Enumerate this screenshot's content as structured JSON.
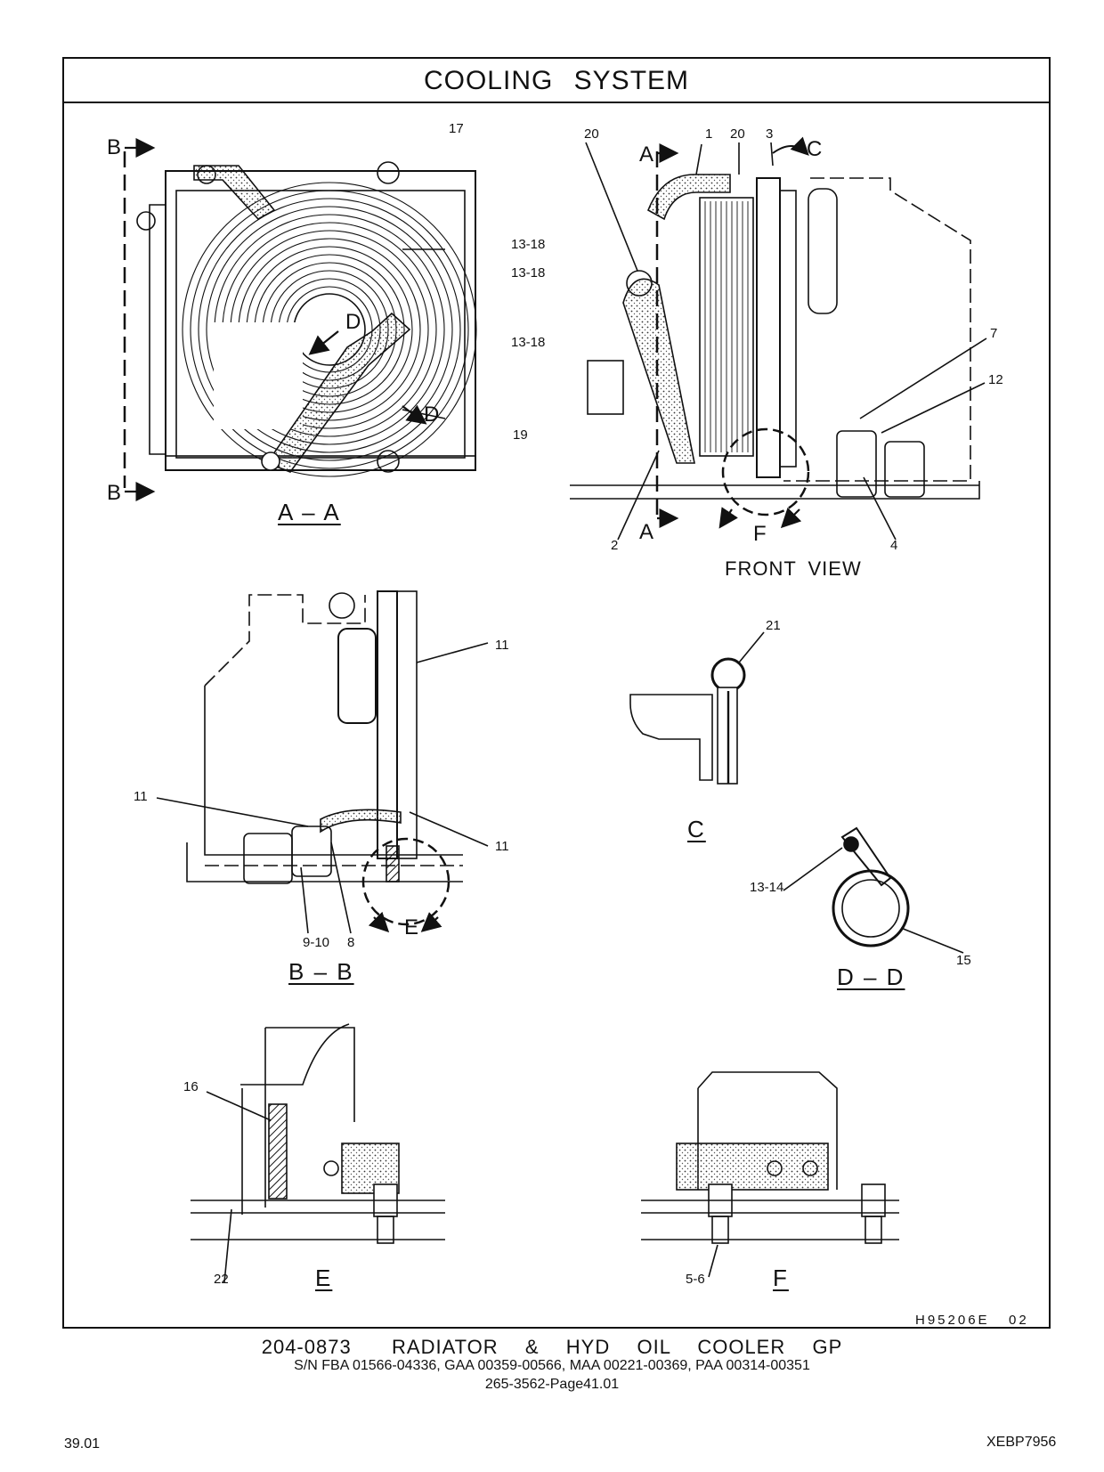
{
  "title": "COOLING SYSTEM",
  "views": {
    "aa": "A – A",
    "front": "FRONT VIEW",
    "bb": "B – B",
    "c": "C",
    "dd": "D – D",
    "e": "E",
    "f": "F"
  },
  "section_marks": {
    "b_top": "B",
    "b_bottom": "B",
    "d_top": "D",
    "d_bottom": "D",
    "a_top": "A",
    "a_bottom": "A",
    "c": "C",
    "f": "F",
    "e": "E"
  },
  "callouts": {
    "n17": "17",
    "n13_18_a": "13-18",
    "n13_18_b": "13-18",
    "n13_18_c": "13-18",
    "n19": "19",
    "n20_a": "20",
    "n1": "1",
    "n20_b": "20",
    "n3": "3",
    "n7": "7",
    "n12": "12",
    "n2": "2",
    "n4": "4",
    "n11_a": "11",
    "n11_b": "11",
    "n11_c": "11",
    "n9_10": "9-10",
    "n8": "8",
    "n21": "21",
    "n13_14": "13-14",
    "n15": "15",
    "n16": "16",
    "n22": "22",
    "n5_6": "5-6"
  },
  "drawing_code": "H95206E   02",
  "footer": {
    "line1": "204-0873   RADIATOR  &  HYD  OIL  COOLER  GP",
    "line2": "S/N FBA 01566-04336, GAA 00359-00566, MAA 00221-00369, PAA 00314-00351",
    "line3": "265-3562-Page41.01"
  },
  "page_number": "39.01",
  "document_number": "XEBP7956"
}
